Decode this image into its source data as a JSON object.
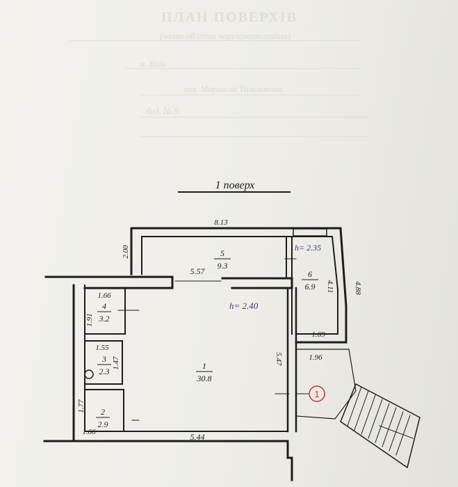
{
  "header": {
    "title": "ПЛАН ПОВЕРХІВ",
    "lines": [
      "(назва об'єкта нерухомого майна)",
      "м. Київ",
      "вул. Маршала Тимошенка",
      "буд. № 9"
    ]
  },
  "floor_title": "1 поверх",
  "dimensions": {
    "top_total": "8.13",
    "left_upper": "2.00",
    "door_gap": "5.57",
    "right_wing": "4.11",
    "right_outer": "4.88",
    "room1_height": "5.47",
    "room6_width": "1.69",
    "porch_width": "1.96",
    "bottom_width": "5.44",
    "room4_width": "1.66",
    "room4_height": "1.91",
    "room3_width": "1.55",
    "room3_height": "1.47",
    "room2_height": "1.77",
    "room2_width": "1.66"
  },
  "heights": {
    "h1": "h= 2.35",
    "h2": "h= 2.40"
  },
  "rooms": [
    {
      "num": "1",
      "area": "30.8"
    },
    {
      "num": "2",
      "area": "2.9"
    },
    {
      "num": "3",
      "area": "2.3"
    },
    {
      "num": "4",
      "area": "3.2"
    },
    {
      "num": "5",
      "area": "9.3"
    },
    {
      "num": "6",
      "area": "6.9"
    }
  ],
  "entrance_marker": "1",
  "colors": {
    "ink": "#1c1c1c",
    "marker": "#c0392b",
    "height_ink": "#3a3a7a"
  }
}
